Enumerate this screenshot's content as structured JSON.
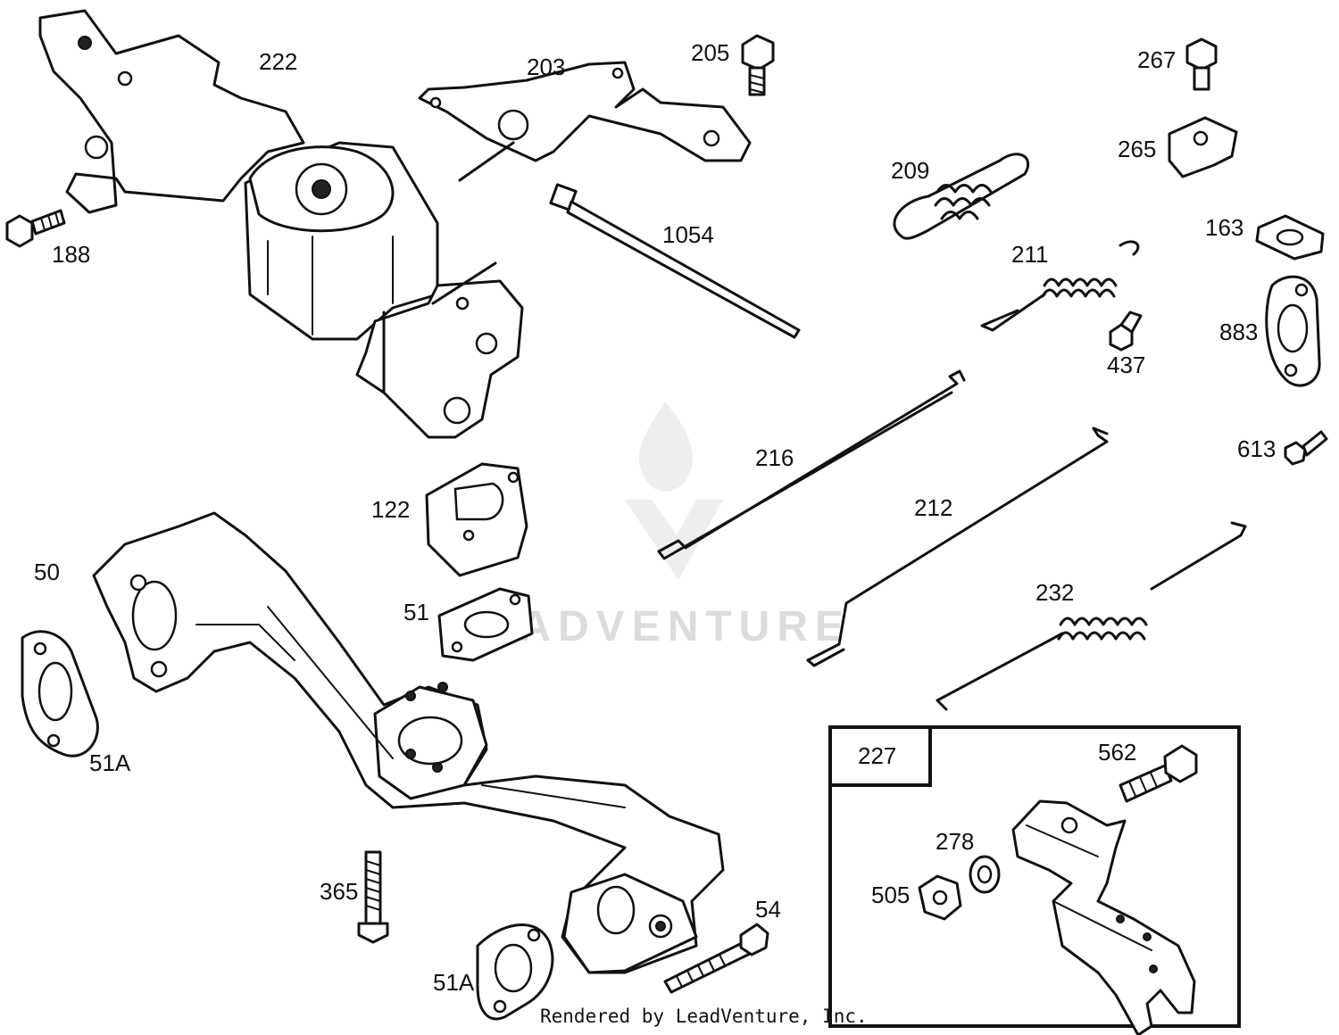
{
  "labels": {
    "l222": "222",
    "l203": "203",
    "l205": "205",
    "l267": "267",
    "l265": "265",
    "l209": "209",
    "l163": "163",
    "l1054": "1054",
    "l211": "211",
    "l188": "188",
    "l883": "883",
    "l437": "437",
    "l613": "613",
    "l216": "216",
    "l122": "122",
    "l212": "212",
    "l50": "50",
    "l232": "232",
    "l51": "51",
    "l51a_top": "51A",
    "l227": "227",
    "l562": "562",
    "l278": "278",
    "l505": "505",
    "l365": "365",
    "l54": "54",
    "l51a_bottom": "51A"
  },
  "footer": {
    "credit": "Rendered by LeadVenture, Inc."
  },
  "watermark": {
    "text": "LEADVENTURE"
  },
  "colors": {
    "ink": "#111111",
    "paper": "#ffffff",
    "watermark": "#d8d8d8"
  }
}
